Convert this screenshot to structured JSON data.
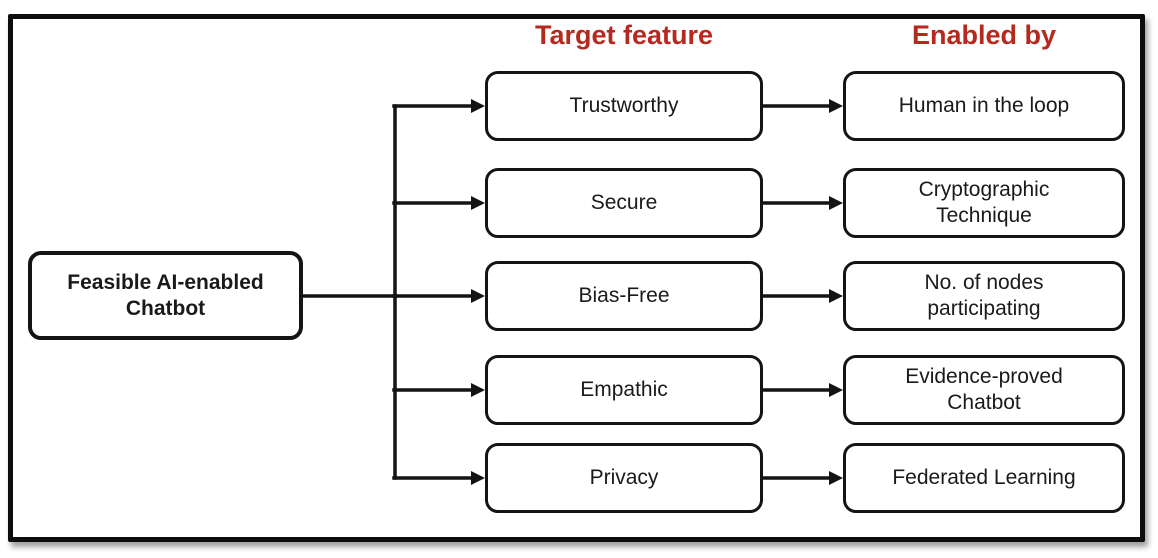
{
  "diagram": {
    "headers": {
      "target_feature": "Target feature",
      "enabled_by": "Enabled by"
    },
    "root": {
      "label": "Feasible AI-enabled\nChatbot"
    },
    "rows": [
      {
        "feature": "Trustworthy",
        "enabler": "Human in the loop"
      },
      {
        "feature": "Secure",
        "enabler": "Cryptographic\nTechnique"
      },
      {
        "feature": "Bias-Free",
        "enabler": "No. of nodes\nparticipating"
      },
      {
        "feature": "Empathic",
        "enabler": "Evidence-proved\nChatbot"
      },
      {
        "feature": "Privacy",
        "enabler": "Federated Learning"
      }
    ],
    "colors": {
      "header_text": "#B5291F",
      "box_border": "#141414",
      "box_fill": "#FFFFFF",
      "frame_border": "#0D0D0D",
      "arrow": "#141414",
      "label_text": "#1A1A1A"
    }
  }
}
